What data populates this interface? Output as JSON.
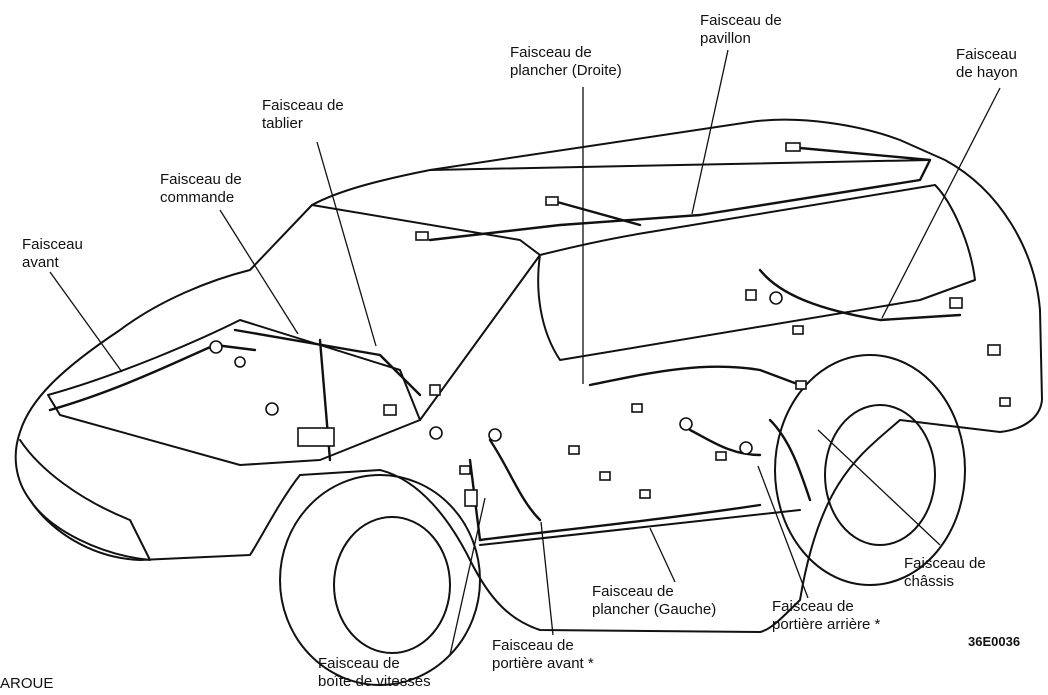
{
  "colors": {
    "ink": "#111111",
    "paper": "#ffffff"
  },
  "labels": {
    "faisceau_avant": [
      "Faisceau",
      "avant"
    ],
    "faisceau_commande": [
      "Faisceau de",
      "commande"
    ],
    "faisceau_tablier": [
      "Faisceau de",
      "tablier"
    ],
    "faisceau_plancher_droite": [
      "Faisceau de",
      "plancher (Droite)"
    ],
    "faisceau_pavillon": [
      "Faisceau de",
      "pavillon"
    ],
    "faisceau_hayon": [
      "Faisceau",
      "de hayon"
    ],
    "faisceau_chassis": [
      "Faisceau de",
      "châssis"
    ],
    "faisceau_portiere_arriere": [
      "Faisceau de",
      "portière arrière *"
    ],
    "faisceau_plancher_gauche": [
      "Faisceau de",
      "plancher (Gauche)"
    ],
    "faisceau_portiere_avant": [
      "Faisceau de",
      "portière avant *"
    ],
    "faisceau_boite_vitesses": [
      "Faisceau de",
      "boîte de vitesses"
    ]
  },
  "figure_code": "36E0036",
  "footnote_fragment": "AROUE"
}
